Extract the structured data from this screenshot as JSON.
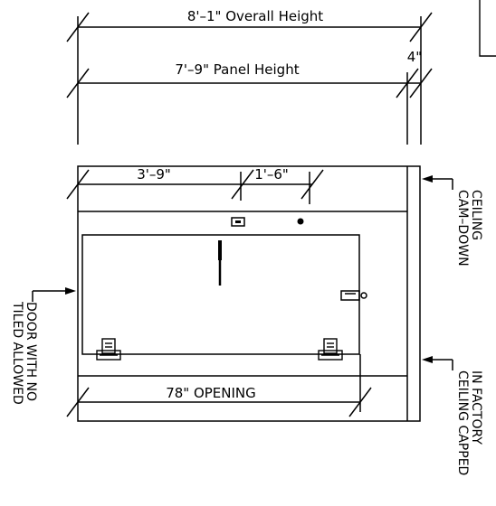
{
  "dimensions": {
    "overall_height": "8'–1\" Overall Height",
    "panel_height": "7'–9\" Panel Height",
    "side_offset": "4\"",
    "left_segment": "3'–9\"",
    "right_segment": "1'–6\"",
    "opening": "78\" OPENING"
  },
  "notes": {
    "cam_down_line1": "CAM–DOWN",
    "cam_down_line2": "CEILING",
    "door_line1": "DOOR WITH NO",
    "door_line2": "TILED ALLOWED",
    "ceiling_capped_line1": "CEILING CAPPED",
    "ceiling_capped_line2": "IN FACTORY"
  }
}
